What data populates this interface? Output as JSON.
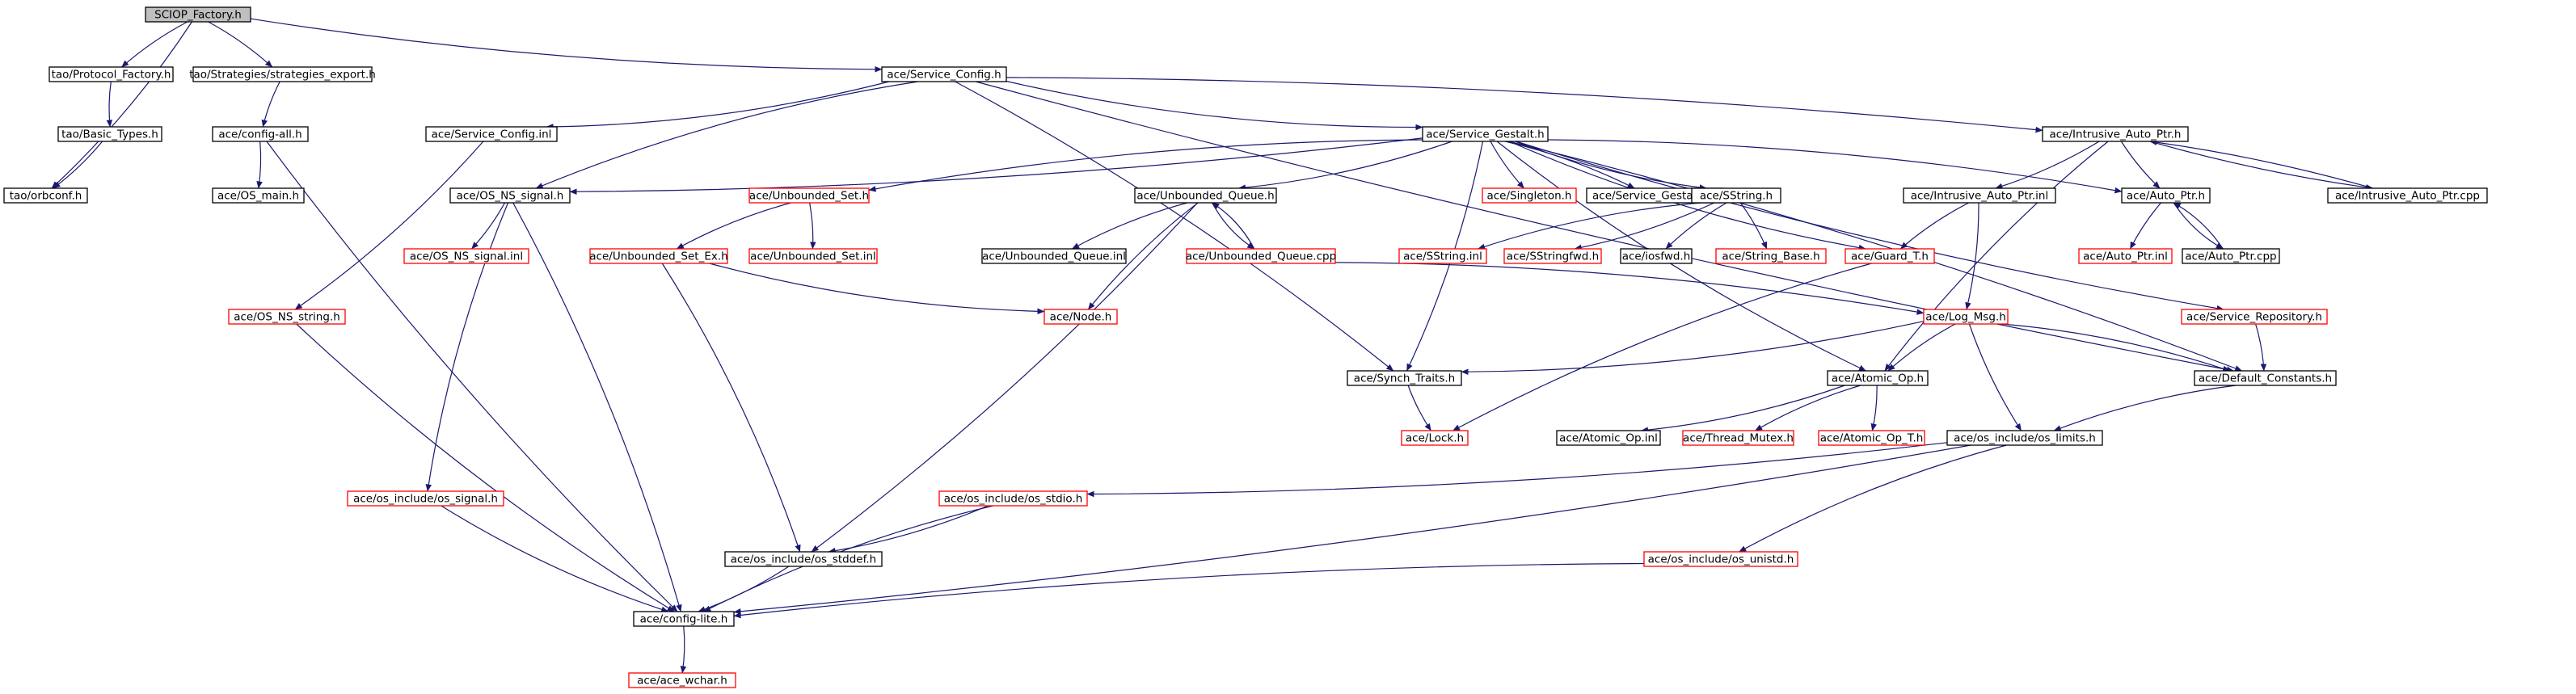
{
  "colors": {
    "root_fill": "#bfbfbf",
    "normal_border": "#000000",
    "linked_border": "#ff0000",
    "edge": "#191970",
    "node_fill": "#ffffff"
  },
  "nodes": [
    {
      "id": "sciop",
      "label": "SCIOP_Factory.h",
      "style": "root"
    },
    {
      "id": "protocol_factory",
      "label": "tao/Protocol_Factory.h",
      "style": "normal"
    },
    {
      "id": "strategies_export",
      "label": "tao/Strategies/strategies_export.h",
      "style": "normal"
    },
    {
      "id": "service_config",
      "label": "ace/Service_Config.h",
      "style": "normal"
    },
    {
      "id": "basic_types",
      "label": "tao/Basic_Types.h",
      "style": "normal"
    },
    {
      "id": "config_all",
      "label": "ace/config-all.h",
      "style": "normal"
    },
    {
      "id": "service_config_inl",
      "label": "ace/Service_Config.inl",
      "style": "normal"
    },
    {
      "id": "service_gestalt",
      "label": "ace/Service_Gestalt.h",
      "style": "normal"
    },
    {
      "id": "intrusive_auto_ptr",
      "label": "ace/Intrusive_Auto_Ptr.h",
      "style": "normal"
    },
    {
      "id": "orbconf",
      "label": "tao/orbconf.h",
      "style": "normal"
    },
    {
      "id": "os_main",
      "label": "ace/OS_main.h",
      "style": "normal"
    },
    {
      "id": "os_ns_signal",
      "label": "ace/OS_NS_signal.h",
      "style": "normal"
    },
    {
      "id": "unbounded_set",
      "label": "ace/Unbounded_Set.h",
      "style": "linked"
    },
    {
      "id": "unbounded_queue",
      "label": "ace/Unbounded_Queue.h",
      "style": "normal"
    },
    {
      "id": "singleton",
      "label": "ace/Singleton.h",
      "style": "linked"
    },
    {
      "id": "service_gestalt_inl",
      "label": "ace/Service_Gestalt.inl",
      "style": "normal"
    },
    {
      "id": "sstring",
      "label": "ace/SString.h",
      "style": "normal"
    },
    {
      "id": "intrusive_auto_ptr_inl",
      "label": "ace/Intrusive_Auto_Ptr.inl",
      "style": "normal"
    },
    {
      "id": "auto_ptr",
      "label": "ace/Auto_Ptr.h",
      "style": "normal"
    },
    {
      "id": "intrusive_auto_ptr_cpp",
      "label": "ace/Intrusive_Auto_Ptr.cpp",
      "style": "normal"
    },
    {
      "id": "os_ns_signal_inl",
      "label": "ace/OS_NS_signal.inl",
      "style": "linked"
    },
    {
      "id": "unbounded_set_ex",
      "label": "ace/Unbounded_Set_Ex.h",
      "style": "linked"
    },
    {
      "id": "unbounded_set_inl",
      "label": "ace/Unbounded_Set.inl",
      "style": "linked"
    },
    {
      "id": "unbounded_queue_inl",
      "label": "ace/Unbounded_Queue.inl",
      "style": "normal"
    },
    {
      "id": "unbounded_queue_cpp",
      "label": "ace/Unbounded_Queue.cpp",
      "style": "linked"
    },
    {
      "id": "sstring_inl",
      "label": "ace/SString.inl",
      "style": "linked"
    },
    {
      "id": "sstringfwd",
      "label": "ace/SStringfwd.h",
      "style": "linked"
    },
    {
      "id": "iosfwd",
      "label": "ace/iosfwd.h",
      "style": "normal"
    },
    {
      "id": "string_base",
      "label": "ace/String_Base.h",
      "style": "linked"
    },
    {
      "id": "guard_t",
      "label": "ace/Guard_T.h",
      "style": "linked"
    },
    {
      "id": "auto_ptr_inl",
      "label": "ace/Auto_Ptr.inl",
      "style": "linked"
    },
    {
      "id": "auto_ptr_cpp",
      "label": "ace/Auto_Ptr.cpp",
      "style": "normal"
    },
    {
      "id": "os_ns_string",
      "label": "ace/OS_NS_string.h",
      "style": "linked"
    },
    {
      "id": "node_h",
      "label": "ace/Node.h",
      "style": "linked"
    },
    {
      "id": "log_msg",
      "label": "ace/Log_Msg.h",
      "style": "linked"
    },
    {
      "id": "service_repository",
      "label": "ace/Service_Repository.h",
      "style": "linked"
    },
    {
      "id": "synch_traits",
      "label": "ace/Synch_Traits.h",
      "style": "normal"
    },
    {
      "id": "atomic_op",
      "label": "ace/Atomic_Op.h",
      "style": "normal"
    },
    {
      "id": "default_constants",
      "label": "ace/Default_Constants.h",
      "style": "normal"
    },
    {
      "id": "lock_h",
      "label": "ace/Lock.h",
      "style": "linked"
    },
    {
      "id": "atomic_op_inl",
      "label": "ace/Atomic_Op.inl",
      "style": "normal"
    },
    {
      "id": "thread_mutex",
      "label": "ace/Thread_Mutex.h",
      "style": "linked"
    },
    {
      "id": "atomic_op_t",
      "label": "ace/Atomic_Op_T.h",
      "style": "linked"
    },
    {
      "id": "os_limits",
      "label": "ace/os_include/os_limits.h",
      "style": "normal"
    },
    {
      "id": "os_signal",
      "label": "ace/os_include/os_signal.h",
      "style": "linked"
    },
    {
      "id": "os_stdio",
      "label": "ace/os_include/os_stdio.h",
      "style": "linked"
    },
    {
      "id": "os_stddef",
      "label": "ace/os_include/os_stddef.h",
      "style": "normal"
    },
    {
      "id": "os_unistd",
      "label": "ace/os_include/os_unistd.h",
      "style": "linked"
    },
    {
      "id": "config_lite",
      "label": "ace/config-lite.h",
      "style": "normal"
    },
    {
      "id": "ace_wchar",
      "label": "ace/ace_wchar.h",
      "style": "linked"
    }
  ],
  "edges": [
    [
      "sciop",
      "protocol_factory"
    ],
    [
      "sciop",
      "strategies_export"
    ],
    [
      "sciop",
      "service_config"
    ],
    [
      "sciop",
      "orbconf"
    ],
    [
      "protocol_factory",
      "basic_types"
    ],
    [
      "basic_types",
      "orbconf"
    ],
    [
      "strategies_export",
      "config_all"
    ],
    [
      "config_all",
      "os_main"
    ],
    [
      "config_all",
      "config_lite"
    ],
    [
      "service_config",
      "service_config_inl"
    ],
    [
      "service_config",
      "service_gestalt"
    ],
    [
      "service_config",
      "intrusive_auto_ptr"
    ],
    [
      "service_config",
      "os_ns_signal"
    ],
    [
      "service_config",
      "synch_traits"
    ],
    [
      "service_config",
      "default_constants"
    ],
    [
      "service_config_inl",
      "os_ns_string"
    ],
    [
      "os_ns_string",
      "config_lite"
    ],
    [
      "service_gestalt",
      "os_ns_signal"
    ],
    [
      "service_gestalt",
      "unbounded_set"
    ],
    [
      "service_gestalt",
      "unbounded_queue"
    ],
    [
      "service_gestalt",
      "singleton"
    ],
    [
      "service_gestalt",
      "service_gestalt_inl"
    ],
    [
      "service_gestalt",
      "sstring"
    ],
    [
      "service_gestalt",
      "auto_ptr"
    ],
    [
      "service_gestalt",
      "service_repository"
    ],
    [
      "service_gestalt",
      "default_constants"
    ],
    [
      "service_gestalt",
      "atomic_op"
    ],
    [
      "service_gestalt",
      "synch_traits"
    ],
    [
      "service_gestalt",
      "guard_t"
    ],
    [
      "intrusive_auto_ptr",
      "intrusive_auto_ptr_inl"
    ],
    [
      "intrusive_auto_ptr",
      "auto_ptr"
    ],
    [
      "intrusive_auto_ptr",
      "intrusive_auto_ptr_cpp"
    ],
    [
      "intrusive_auto_ptr",
      "atomic_op"
    ],
    [
      "intrusive_auto_ptr_cpp",
      "intrusive_auto_ptr"
    ],
    [
      "intrusive_auto_ptr_inl",
      "guard_t"
    ],
    [
      "intrusive_auto_ptr_inl",
      "log_msg"
    ],
    [
      "auto_ptr",
      "auto_ptr_inl"
    ],
    [
      "auto_ptr",
      "auto_ptr_cpp"
    ],
    [
      "auto_ptr_cpp",
      "auto_ptr"
    ],
    [
      "os_ns_signal",
      "os_ns_signal_inl"
    ],
    [
      "os_ns_signal",
      "os_signal"
    ],
    [
      "os_ns_signal",
      "config_lite"
    ],
    [
      "unbounded_set",
      "unbounded_set_ex"
    ],
    [
      "unbounded_set",
      "unbounded_set_inl"
    ],
    [
      "unbounded_set_ex",
      "node_h"
    ],
    [
      "unbounded_set_ex",
      "os_stddef"
    ],
    [
      "unbounded_queue",
      "unbounded_queue_inl"
    ],
    [
      "unbounded_queue",
      "unbounded_queue_cpp"
    ],
    [
      "unbounded_queue",
      "node_h"
    ],
    [
      "unbounded_queue",
      "os_stddef"
    ],
    [
      "unbounded_queue_cpp",
      "unbounded_queue"
    ],
    [
      "unbounded_queue_cpp",
      "log_msg"
    ],
    [
      "sstring",
      "sstring_inl"
    ],
    [
      "sstring",
      "sstringfwd"
    ],
    [
      "sstring",
      "iosfwd"
    ],
    [
      "sstring",
      "string_base"
    ],
    [
      "guard_t",
      "lock_h"
    ],
    [
      "log_msg",
      "synch_traits"
    ],
    [
      "log_msg",
      "atomic_op"
    ],
    [
      "log_msg",
      "default_constants"
    ],
    [
      "log_msg",
      "os_limits"
    ],
    [
      "service_repository",
      "default_constants"
    ],
    [
      "synch_traits",
      "lock_h"
    ],
    [
      "atomic_op",
      "atomic_op_inl"
    ],
    [
      "atomic_op",
      "thread_mutex"
    ],
    [
      "atomic_op",
      "atomic_op_t"
    ],
    [
      "default_constants",
      "os_limits"
    ],
    [
      "os_limits",
      "os_stdio"
    ],
    [
      "os_limits",
      "os_unistd"
    ],
    [
      "os_limits",
      "config_lite"
    ],
    [
      "os_signal",
      "config_lite"
    ],
    [
      "os_stdio",
      "os_stddef"
    ],
    [
      "os_stdio",
      "config_lite"
    ],
    [
      "os_stddef",
      "config_lite"
    ],
    [
      "os_unistd",
      "config_lite"
    ],
    [
      "config_lite",
      "ace_wchar"
    ]
  ]
}
